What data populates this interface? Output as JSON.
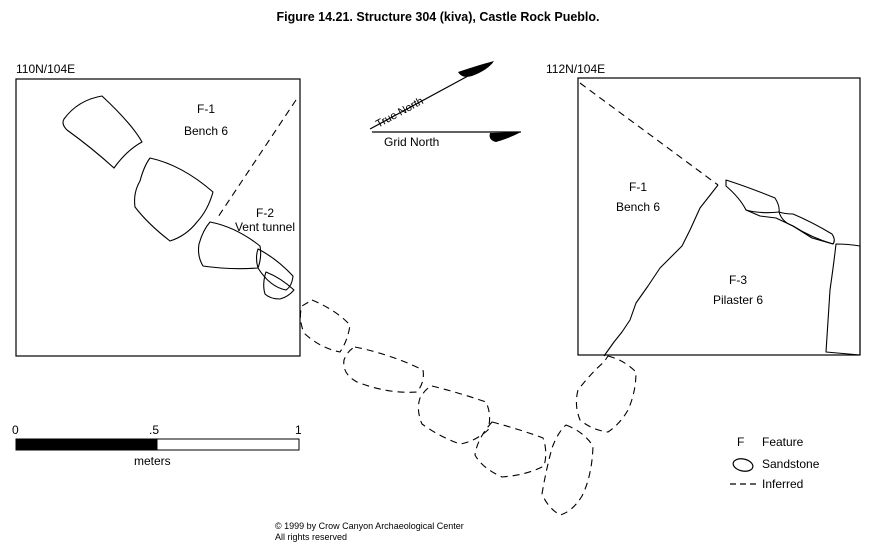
{
  "figure": {
    "title": "Figure 14.21.  Structure 304 (kiva), Castle Rock Pueblo."
  },
  "left_unit": {
    "grid_label": "110N/104E",
    "f1_id": "F-1",
    "f1_name": "Bench 6",
    "f2_id": "F-2",
    "f2_name": "Vent tunnel"
  },
  "right_unit": {
    "grid_label": "112N/104E",
    "f1_id": "F-1",
    "f1_name": "Bench 6",
    "f3_id": "F-3",
    "f3_name": "Pilaster 6"
  },
  "north_arrows": {
    "true_north": "True North",
    "grid_north": "Grid North"
  },
  "scale_bar": {
    "tick_0": "0",
    "tick_mid": ".5",
    "tick_1": "1",
    "unit": "meters"
  },
  "legend": {
    "feature_symbol": "F",
    "feature_label": "Feature",
    "sandstone_label": "Sandstone",
    "inferred_label": "Inferred"
  },
  "copyright": {
    "line1": "© 1999 by Crow Canyon Archaeological Center",
    "line2": "All rights reserved"
  }
}
